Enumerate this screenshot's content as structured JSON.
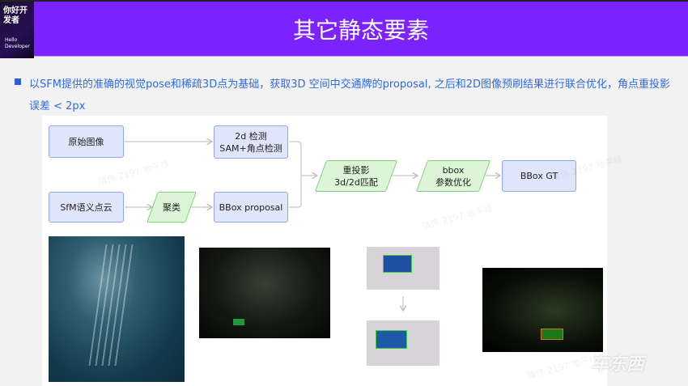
{
  "header": {
    "logo_text": "你好开发者",
    "logo_subtext": "Hello Developer",
    "title": "其它静态要素",
    "background_color": "#7b22ff"
  },
  "bullet": {
    "text": "以SFM提供的准确的视觉pose和稀疏3D点为基础，获取3D 空间中交通牌的proposal, 之后和2D图像预刷结果进行联合优化，角点重投影误差 < 2px",
    "color": "#2f6ae0"
  },
  "flowchart": {
    "nodes": {
      "raw_image": "原始图像",
      "detect_2d_line1": "2d 检测",
      "detect_2d_line2": "SAM+角点检测",
      "sfm_cloud": "SfM语义点云",
      "cluster": "聚类",
      "bbox_proposal": "BBox proposal",
      "reproject_line1": "重投影",
      "reproject_line2": "3d/2d匹配",
      "bbox_opt_line1": "bbox",
      "bbox_opt_line2": "参数优化",
      "bbox_gt": "BBox GT"
    }
  },
  "watermark": "隋伟 2197 地平线",
  "brand_logo": "车东西"
}
